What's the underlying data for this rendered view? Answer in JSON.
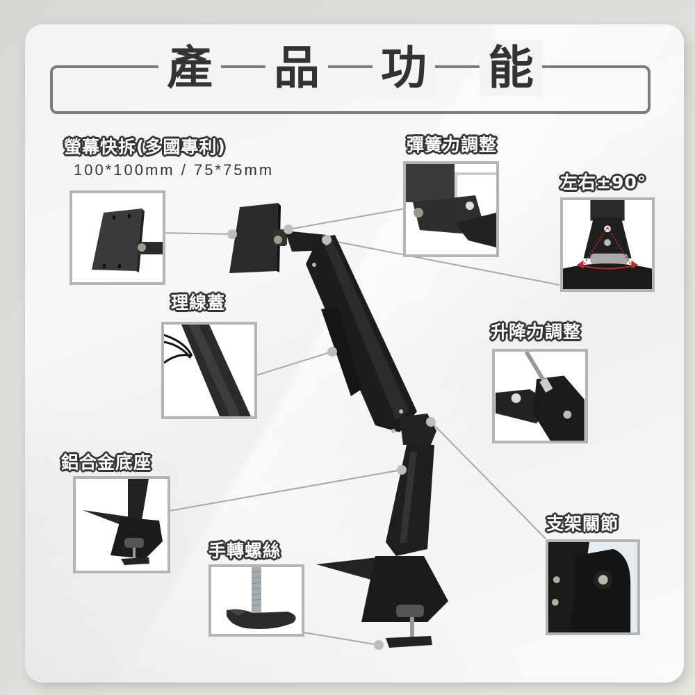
{
  "title": {
    "chars": [
      "產",
      "品",
      "功",
      "能"
    ]
  },
  "features": {
    "quick_release": {
      "label": "螢幕快拆(多國專利)",
      "sublabel": "100*100mm / 75*75mm",
      "image": "vesa-plate-photo"
    },
    "spring_adjust": {
      "label": "彈簧力調整",
      "image": "hex-key-spring-adjust-photo"
    },
    "rotation": {
      "label": "左右±90°",
      "image": "swivel-joint-photo"
    },
    "cable_cover": {
      "label": "理線蓋",
      "image": "cable-management-cover-photo"
    },
    "lift_adjust": {
      "label": "升降力調整",
      "image": "lift-tension-adjust-photo"
    },
    "alloy_base": {
      "label": "鋁合金底座",
      "image": "aluminum-clamp-base-photo"
    },
    "hand_screw": {
      "label": "手轉螺絲",
      "image": "hand-screw-knob-photo"
    },
    "arm_joint": {
      "label": "支架關節",
      "image": "arm-joint-photo"
    }
  },
  "colors": {
    "title_text": "#333333",
    "frame_border": "#7c7c7c",
    "thumb_border": "#b4b4b4",
    "leader_line": "#a8a8a8",
    "product_black": "#1e1e1e",
    "rotation_arrow": "#c0282d"
  }
}
